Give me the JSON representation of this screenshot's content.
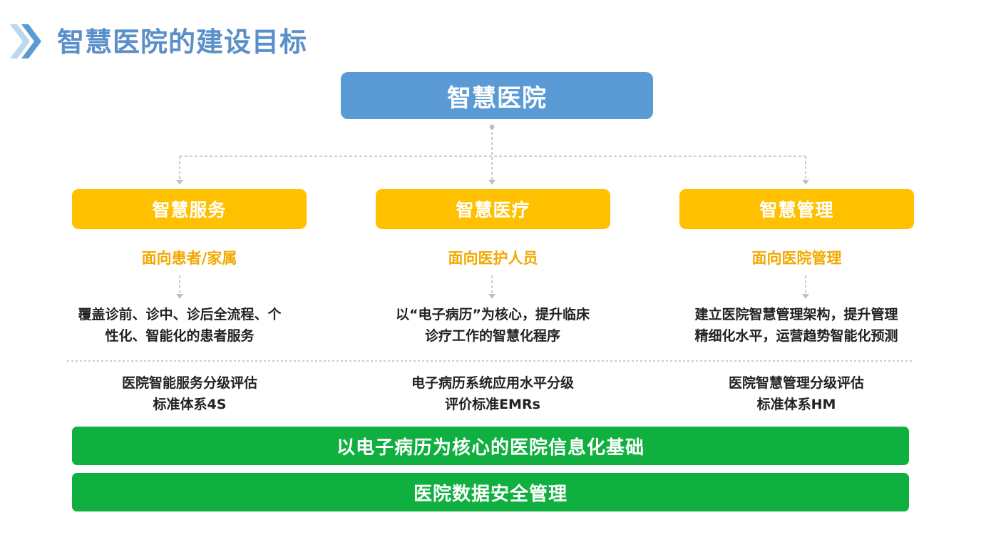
{
  "header": {
    "title": "智慧医院的建设目标"
  },
  "diagram": {
    "root": "智慧医院",
    "branches": [
      {
        "label": "智慧服务",
        "audience": "面向患者/家属",
        "description_lines": [
          "覆盖诊前、诊中、诊后全流程、个",
          "性化、智能化的患者服务"
        ],
        "evaluation_lines": [
          "医院智能服务分级评估",
          "标准体系4S"
        ]
      },
      {
        "label": "智慧医疗",
        "audience": "面向医护人员",
        "description_lines": [
          "以“电子病历”为核心，提升临床",
          "诊疗工作的智慧化程序"
        ],
        "evaluation_lines": [
          "电子病历系统应用水平分级",
          "评价标准EMRs"
        ]
      },
      {
        "label": "智慧管理",
        "audience": "面向医院管理",
        "description_lines": [
          "建立医院智慧管理架构，提升管理",
          "精细化水平，运营趋势智能化预测"
        ],
        "evaluation_lines": [
          "医院智慧管理分级评估",
          "标准体系HM"
        ]
      }
    ],
    "foundations": [
      "以电子病历为核心的医院信息化基础",
      "医院数据安全管理"
    ]
  },
  "colors": {
    "title": "#5B8FC9",
    "root": "#5B9BD5",
    "branch": "#FFC000",
    "audience": "#F2A900",
    "foundation": "#10B040",
    "connector": "#BFBFBF",
    "separator": "#9DC3E6"
  }
}
